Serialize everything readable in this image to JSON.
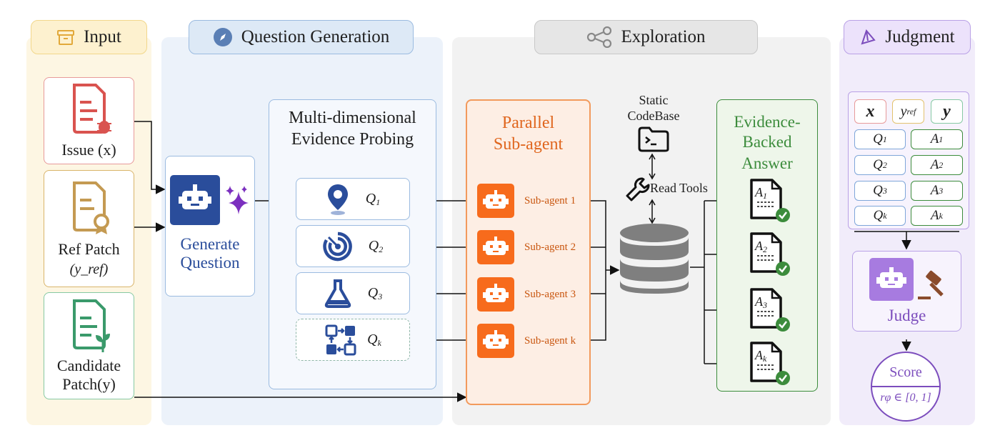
{
  "sections": {
    "input": "Input",
    "question_generation": "Question Generation",
    "exploration": "Exploration",
    "judgment": "Judgment"
  },
  "inputs": {
    "issue": "Issue (x)",
    "ref_patch_line1": "Ref Patch",
    "ref_patch_line2": "(y_ref)",
    "candidate_line1": "Candidate",
    "candidate_line2": "Patch(y)"
  },
  "generate": {
    "line1": "Generate",
    "line2": "Question"
  },
  "probing": {
    "title_line1": "Multi-dimensional",
    "title_line2": "Evidence Probing",
    "questions": [
      "Q1",
      "Q2",
      "Q3",
      "Qk"
    ]
  },
  "parallel": {
    "title_line1": "Parallel",
    "title_line2": "Sub-agent",
    "agents": [
      "Sub-agent 1",
      "Sub-agent 2",
      "Sub-agent 3",
      "Sub-agent k"
    ]
  },
  "codebase": {
    "line1": "Static",
    "line2": "CodeBase",
    "read_tools": "Read Tools"
  },
  "evidence": {
    "line1": "Evidence-",
    "line2": "Backed",
    "line3": "Answer",
    "docs": [
      "A1",
      "A2",
      "A3",
      "Ak"
    ]
  },
  "judgment": {
    "header_row": [
      "x",
      "y_ref",
      "y"
    ],
    "q_cells": [
      "Q1",
      "Q2",
      "Q3",
      "Qk"
    ],
    "a_cells": [
      "A1",
      "A2",
      "A3",
      "Ak"
    ],
    "judge": "Judge",
    "score_title": "Score",
    "score_formula": "rφ ∈ [0, 1]"
  },
  "colors": {
    "input_bg": "#fdf6e3",
    "qgen_bg": "#ecf2fa",
    "explore_bg": "#f2f2f2",
    "judge_bg": "#f1ecfa",
    "issue": "#d9534f",
    "ref": "#c49a52",
    "candidate": "#3a9a6b",
    "robot_blue": "#2a4d9b",
    "robot_orange": "#f76b1c",
    "evidence_green": "#3c8c3c",
    "judge_purple": "#7c4dbd"
  },
  "icons": [
    "archive-icon",
    "compass-icon",
    "share-icon",
    "prism-icon",
    "document-bug-icon",
    "document-badge-icon",
    "document-sprout-icon",
    "robot-icon",
    "sparkle-icon",
    "map-pin-icon",
    "target-icon",
    "flask-icon",
    "grid-arrows-icon",
    "folder-terminal-icon",
    "wrench-icon",
    "database-icon",
    "check-document-icon",
    "gavel-icon"
  ]
}
